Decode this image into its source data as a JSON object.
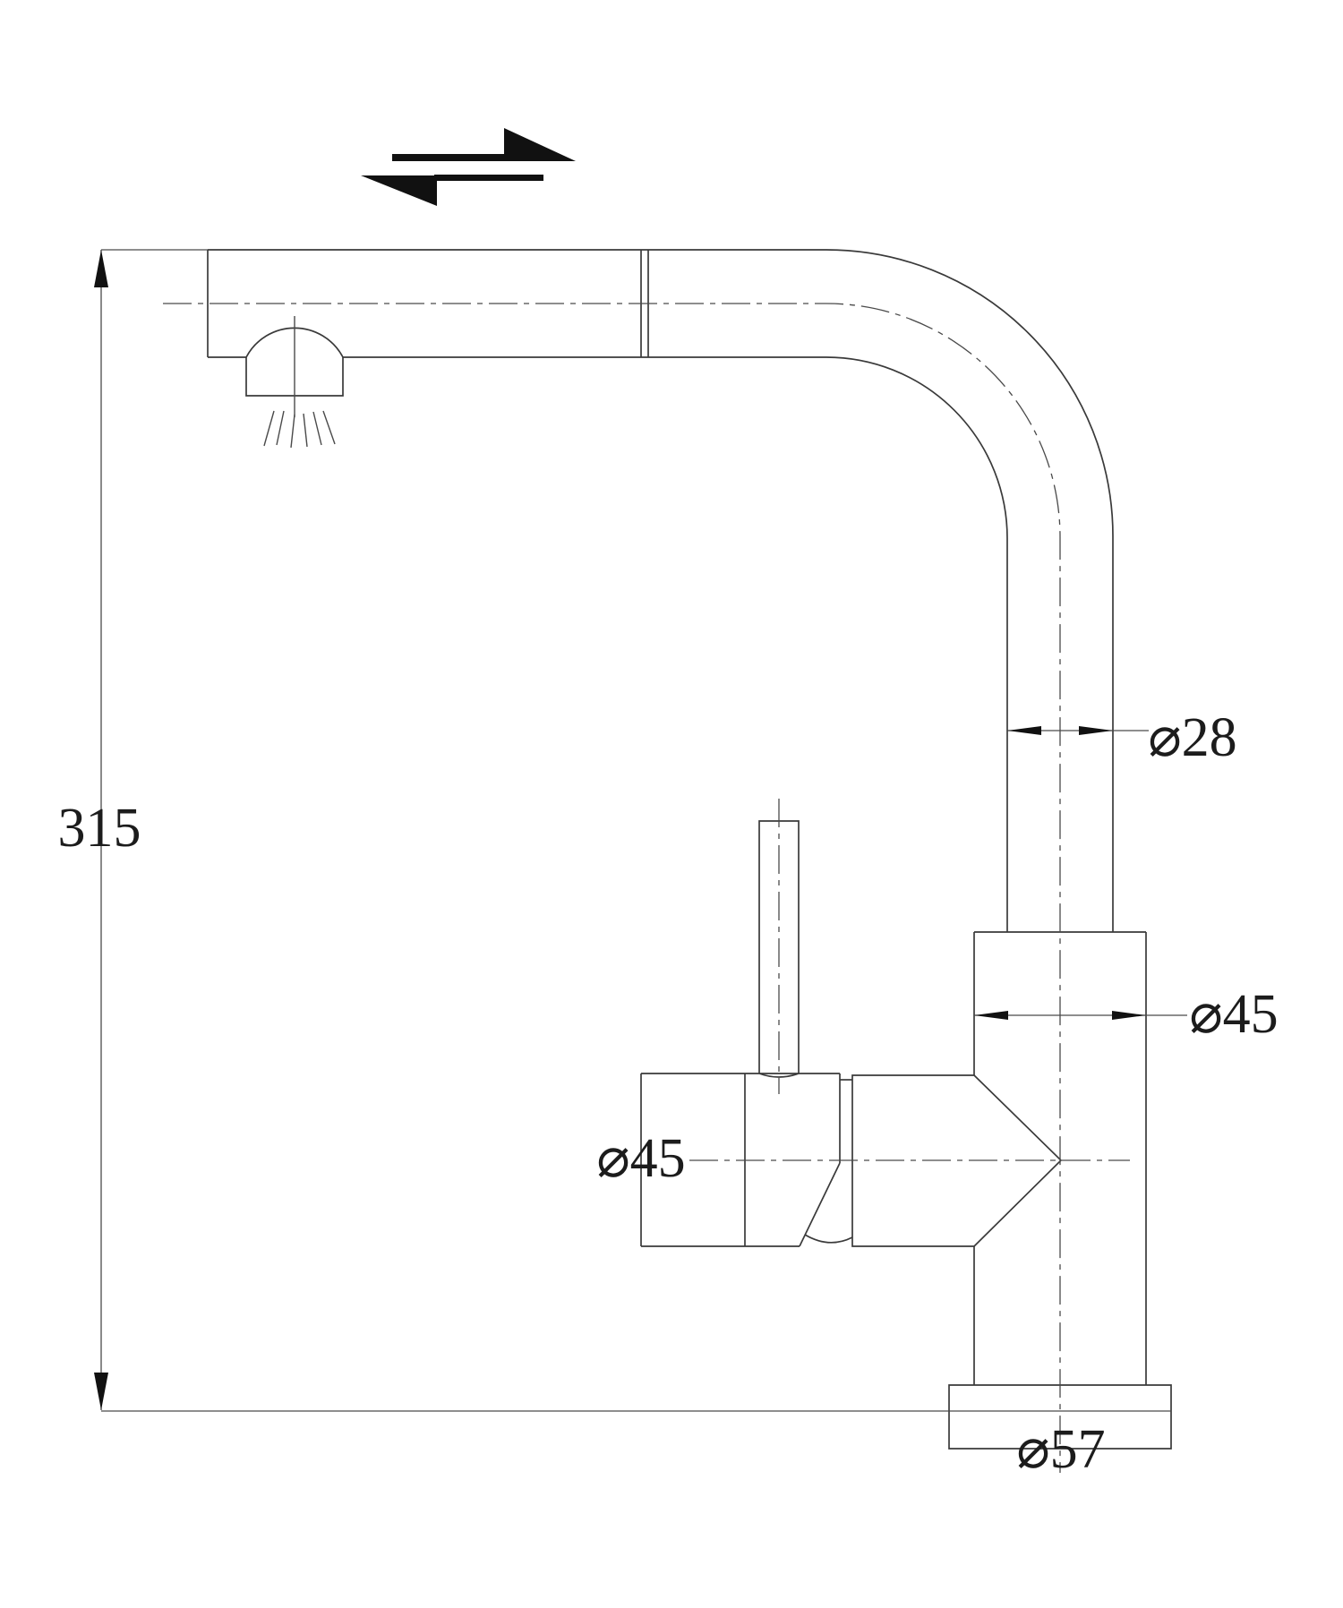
{
  "colors": {
    "bg": "#ffffff",
    "line": "#3a3a3a",
    "thin": "#4a4a4a",
    "text": "#1c1c1c",
    "solid": "#111111"
  },
  "drawing": {
    "type": "faucet-technical-drawing-side-view",
    "dimensions": {
      "overall_height": "315",
      "spout_pipe_diameter": "⌀28",
      "body_diameter": "⌀45",
      "handle_diameter": "⌀45",
      "base_diameter": "⌀57"
    },
    "icons": [
      "pull-out-direction-arrows",
      "spray-jet-lines"
    ]
  }
}
